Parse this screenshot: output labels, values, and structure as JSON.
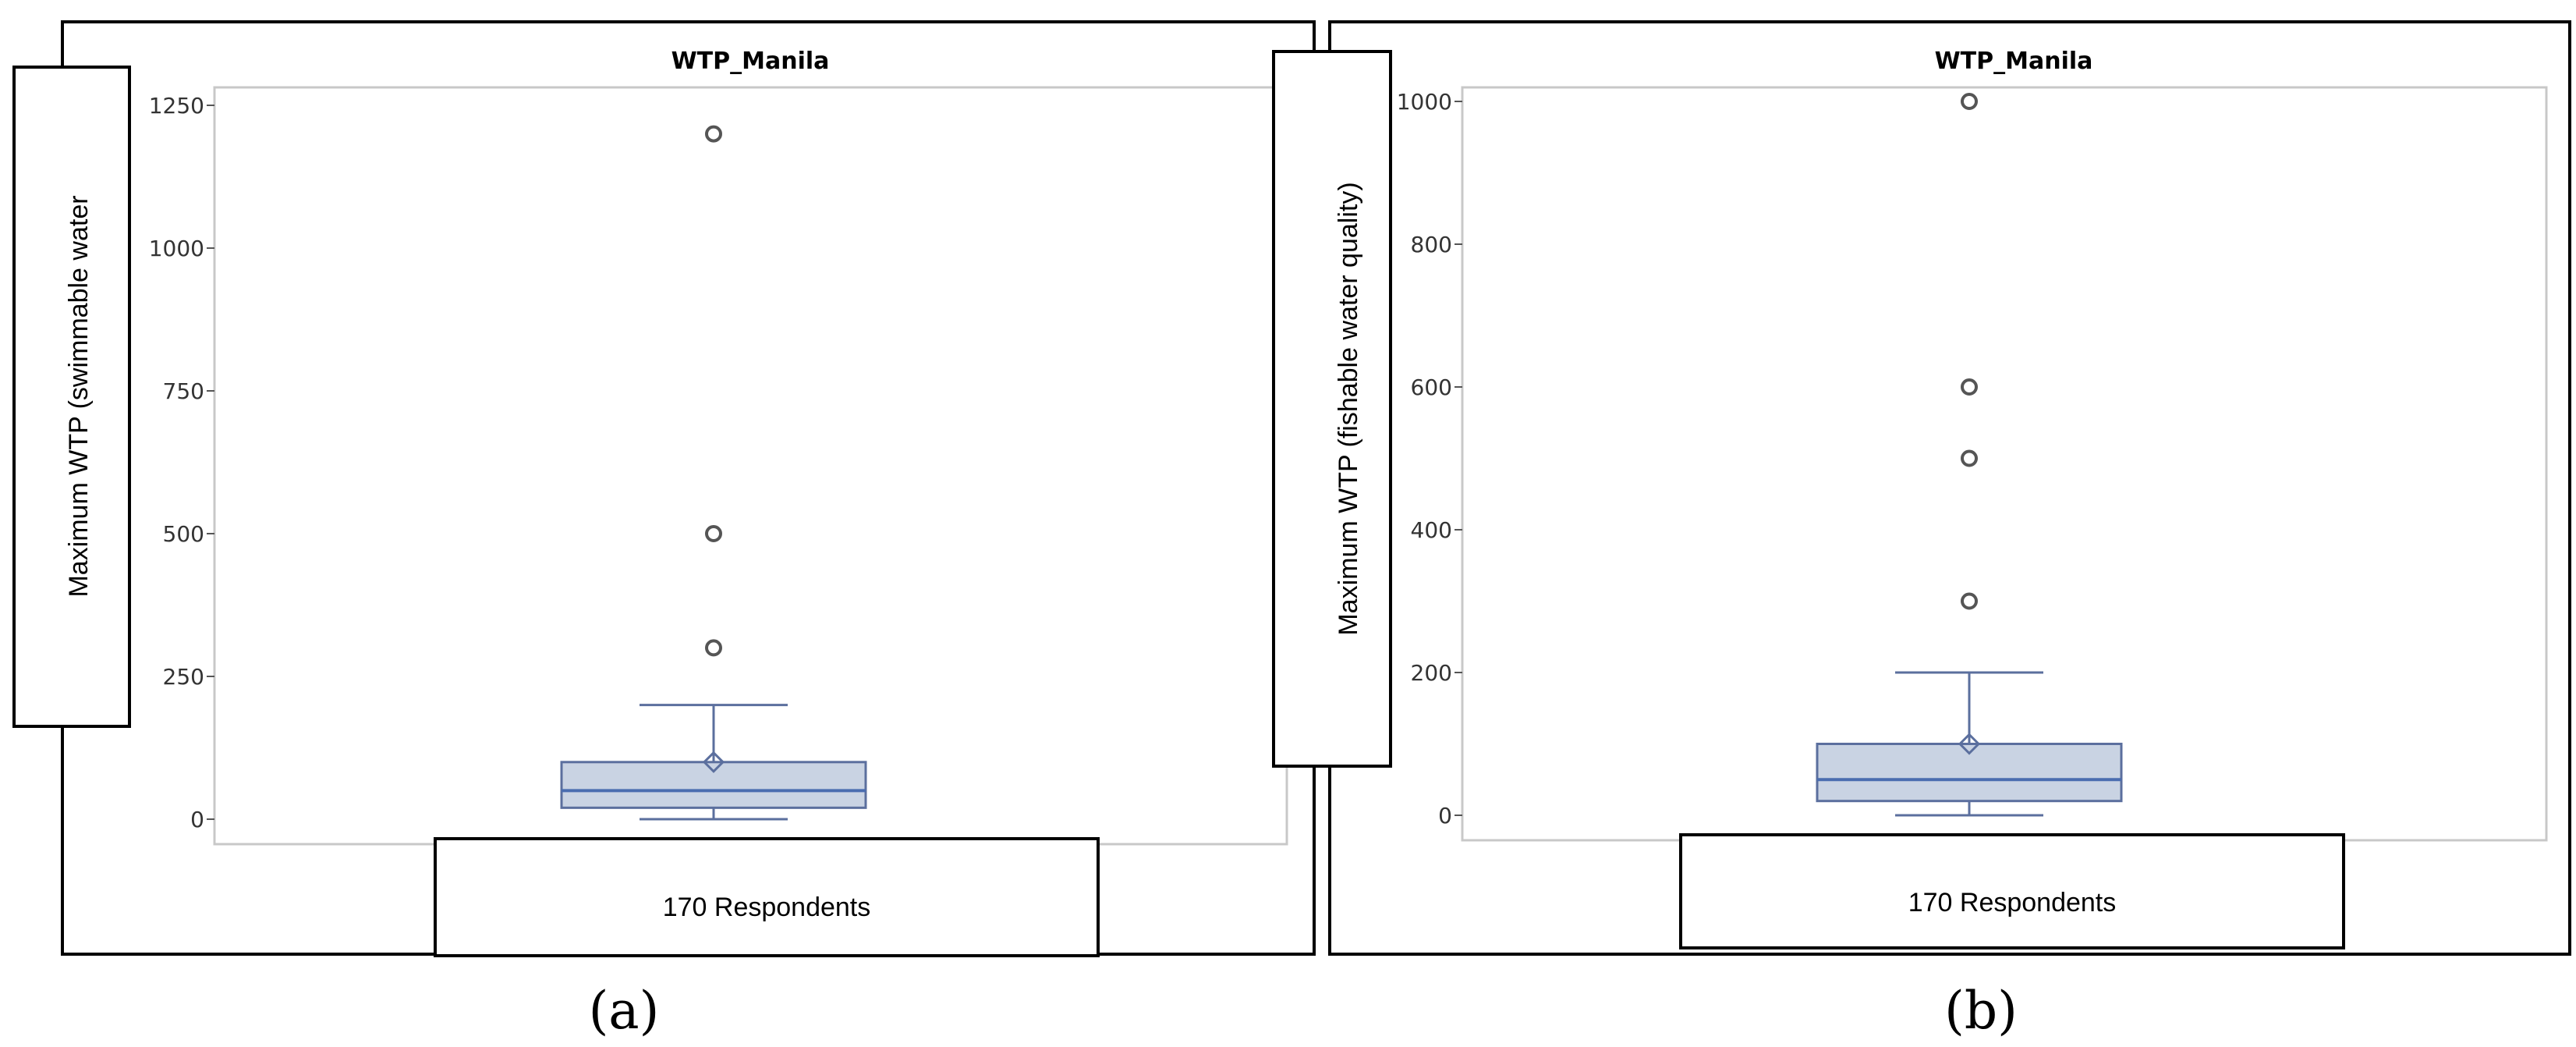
{
  "chart_data": [
    {
      "type": "box",
      "panel": "(a)",
      "title": "WTP_Manila",
      "ylabel": "Maximum WTP (swimmable  water",
      "xlabel": "170 Respondents",
      "ylim": [
        0,
        1250
      ],
      "yticks": [
        0,
        250,
        500,
        750,
        1000,
        1250
      ],
      "box": {
        "min": 0,
        "q1": 20,
        "median": 50,
        "q3": 100,
        "max": 200,
        "mean": 100
      },
      "outliers": [
        300,
        500,
        1200
      ]
    },
    {
      "type": "box",
      "panel": "(b)",
      "title": "WTP_Manila",
      "ylabel": "Maximum WTP (fishable water quality)",
      "xlabel": "170 Respondents",
      "ylim": [
        0,
        1000
      ],
      "yticks": [
        0,
        200,
        400,
        600,
        800,
        1000
      ],
      "box": {
        "min": 0,
        "q1": 20,
        "median": 50,
        "q3": 100,
        "max": 200,
        "mean": 100
      },
      "outliers": [
        300,
        500,
        600,
        1000
      ]
    }
  ],
  "colors": {
    "box_fill": "#c9d3e3",
    "box_stroke": "#5b6f9e",
    "median": "#4a6db0",
    "outlier": "#555555",
    "frame": "#c8c8c8"
  }
}
